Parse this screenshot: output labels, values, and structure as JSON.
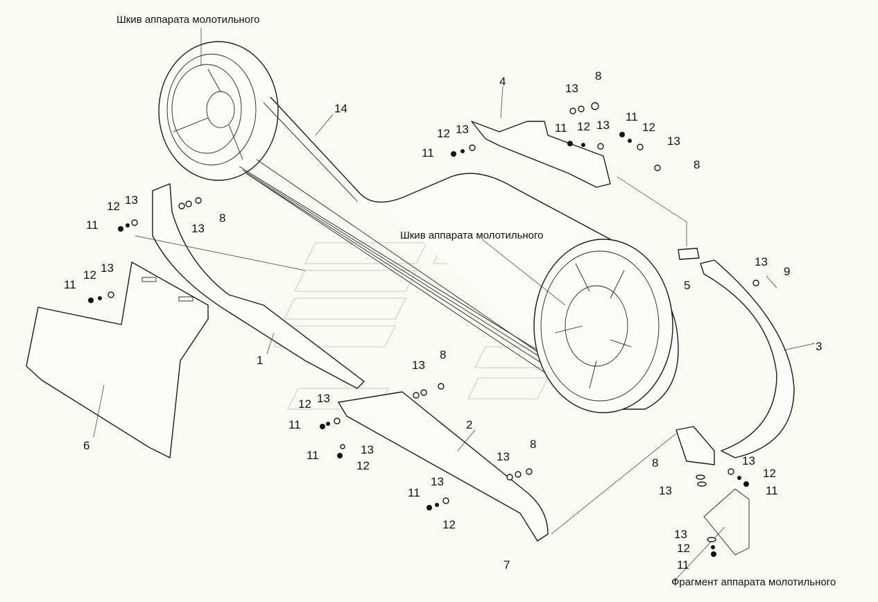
{
  "captions": {
    "top_pulley": "Шкив аппарата молотильного",
    "mid_pulley": "Шкив аппарата молотильного",
    "fragment": "Фрагмент аппарата молотильного"
  },
  "callouts": [
    {
      "id": "c1",
      "text": "1"
    },
    {
      "id": "c2",
      "text": "2"
    },
    {
      "id": "c3",
      "text": "3"
    },
    {
      "id": "c4",
      "text": "4"
    },
    {
      "id": "c5",
      "text": "5"
    },
    {
      "id": "c6",
      "text": "6"
    },
    {
      "id": "c7",
      "text": "7"
    },
    {
      "id": "c8a",
      "text": "8"
    },
    {
      "id": "c8b",
      "text": "8"
    },
    {
      "id": "c8c",
      "text": "8"
    },
    {
      "id": "c8d",
      "text": "8"
    },
    {
      "id": "c8e",
      "text": "8"
    },
    {
      "id": "c8f",
      "text": "8"
    },
    {
      "id": "c9",
      "text": "9"
    },
    {
      "id": "c14",
      "text": "14"
    },
    {
      "id": "c11a",
      "text": "11"
    },
    {
      "id": "c12a",
      "text": "12"
    },
    {
      "id": "c13a",
      "text": "13"
    },
    {
      "id": "c13b",
      "text": "13"
    },
    {
      "id": "c11b",
      "text": "11"
    },
    {
      "id": "c12b",
      "text": "12"
    },
    {
      "id": "c13c",
      "text": "13"
    },
    {
      "id": "c11c",
      "text": "11"
    },
    {
      "id": "c12c",
      "text": "12"
    },
    {
      "id": "c13d",
      "text": "13"
    },
    {
      "id": "c13e",
      "text": "13"
    },
    {
      "id": "c11d",
      "text": "11"
    },
    {
      "id": "c12d",
      "text": "12"
    },
    {
      "id": "c13f",
      "text": "13"
    },
    {
      "id": "c11e",
      "text": "11"
    },
    {
      "id": "c12e",
      "text": "12"
    },
    {
      "id": "c13g",
      "text": "13"
    },
    {
      "id": "c13h",
      "text": "13"
    },
    {
      "id": "c11f",
      "text": "11"
    },
    {
      "id": "c12f",
      "text": "12"
    },
    {
      "id": "c13i",
      "text": "13"
    },
    {
      "id": "c11g",
      "text": "11"
    },
    {
      "id": "c12g",
      "text": "12"
    },
    {
      "id": "c13j",
      "text": "13"
    },
    {
      "id": "c13k",
      "text": "13"
    },
    {
      "id": "c11h",
      "text": "11"
    },
    {
      "id": "c12h",
      "text": "12"
    },
    {
      "id": "c13l",
      "text": "13"
    },
    {
      "id": "c13m",
      "text": "13"
    },
    {
      "id": "c13n",
      "text": "13"
    },
    {
      "id": "c12i",
      "text": "12"
    },
    {
      "id": "c11i",
      "text": "11"
    },
    {
      "id": "c13o",
      "text": "13"
    },
    {
      "id": "c12j",
      "text": "12"
    },
    {
      "id": "c11j",
      "text": "11"
    },
    {
      "id": "c13p",
      "text": "13"
    }
  ]
}
